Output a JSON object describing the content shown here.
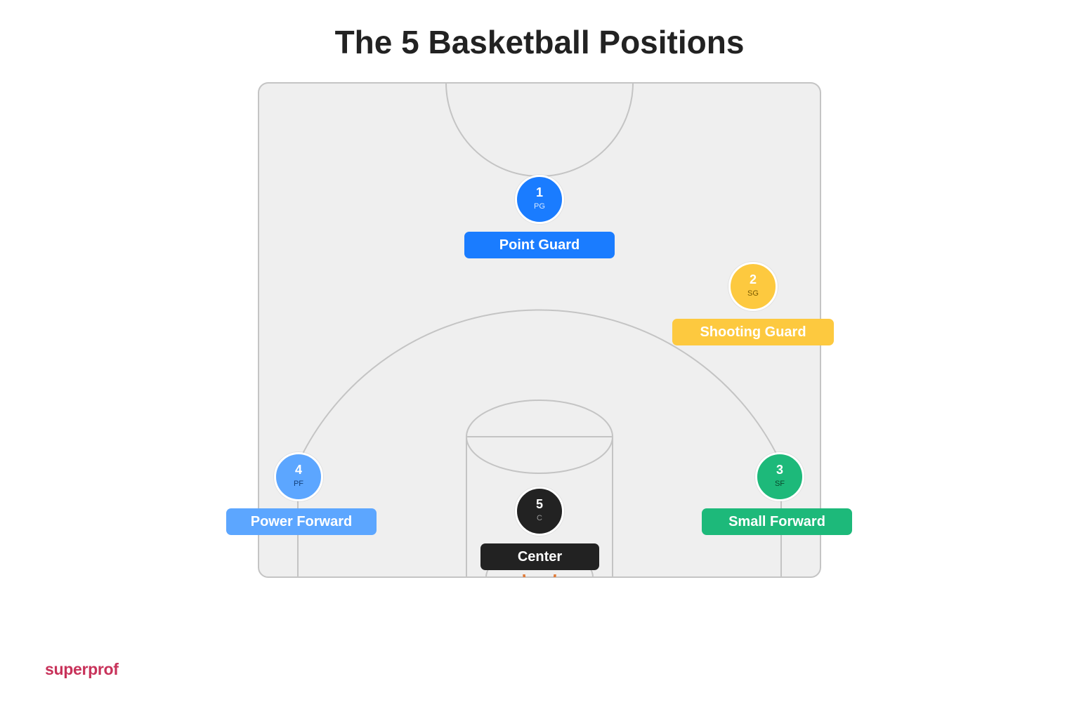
{
  "title": "The 5 Basketball Positions",
  "brand": {
    "text": "superprof",
    "color": "#c8325a"
  },
  "court": {
    "floor_color": "#efefef",
    "line_color": "#c4c4c4",
    "rim_color": "#e07b39"
  },
  "players": [
    {
      "key": "pg",
      "number": "1",
      "abbr": "PG",
      "name": "Point Guard",
      "color": "#1a7cff",
      "number_color": "#ffffff",
      "abbr_color": "#d6e8ff"
    },
    {
      "key": "sg",
      "number": "2",
      "abbr": "SG",
      "name": "Shooting Guard",
      "color": "#fdc93f",
      "number_color": "#ffffff",
      "abbr_color": "#7a5a00"
    },
    {
      "key": "sf",
      "number": "3",
      "abbr": "SF",
      "name": "Small Forward",
      "color": "#1db97a",
      "number_color": "#ffffff",
      "abbr_color": "#0b4a2e"
    },
    {
      "key": "pf",
      "number": "4",
      "abbr": "PF",
      "name": "Power Forward",
      "color": "#5ca6ff",
      "number_color": "#ffffff",
      "abbr_color": "#123f7a"
    },
    {
      "key": "c",
      "number": "5",
      "abbr": "C",
      "name": "Center",
      "color": "#222222",
      "number_color": "#ffffff",
      "abbr_color": "#9a9a9a"
    }
  ]
}
